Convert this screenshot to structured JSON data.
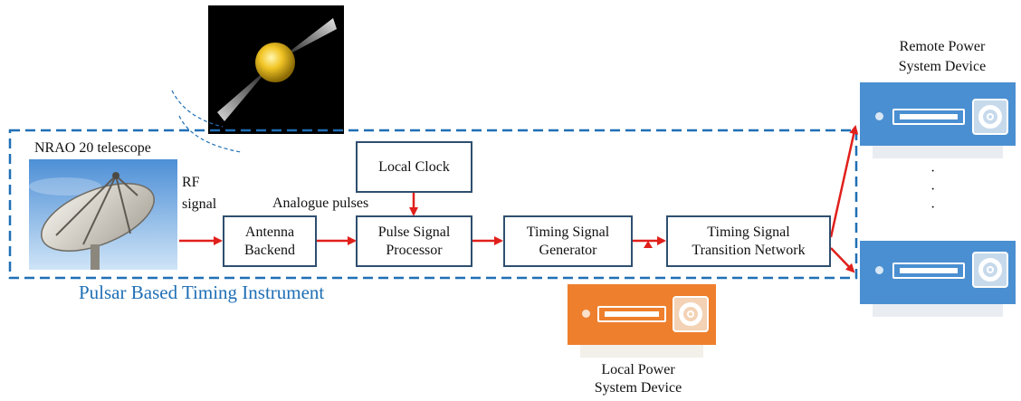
{
  "telescope_label": "NRAO 20 telescope",
  "rf_signal_label": "RF\nsignal",
  "analogue_pulses_label": "Analogue pulses",
  "instrument_title": "Pulsar Based Timing Instrument",
  "boxes": {
    "local_clock": "Local Clock",
    "antenna_backend_line1": "Antenna",
    "antenna_backend_line2": "Backend",
    "pulse_processor_line1": "Pulse Signal",
    "pulse_processor_line2": "Processor",
    "timing_generator_line1": "Timing Signal",
    "timing_generator_line2": "Generator",
    "transition_network_line1": "Timing Signal",
    "transition_network_line2": "Transition Network"
  },
  "remote_device_label_line1": "Remote Power",
  "remote_device_label_line2": "System Device",
  "local_device_label_line1": "Local Power",
  "local_device_label_line2": "System Device",
  "ellipsis_dots": [
    "·",
    "·",
    "·"
  ],
  "colors": {
    "arrow": "#e0201b",
    "dashed_border": "#1f6fb5",
    "title_blue": "#1f6fb5",
    "box_border": "#2f4f6f",
    "remote_device": "#4a8fd1",
    "local_device": "#ee7f2d"
  },
  "icons": {
    "pulsar_image": "pulsar-star-icon",
    "telescope_image": "radio-telescope-photo",
    "device_icon": "power-system-device-icon"
  }
}
